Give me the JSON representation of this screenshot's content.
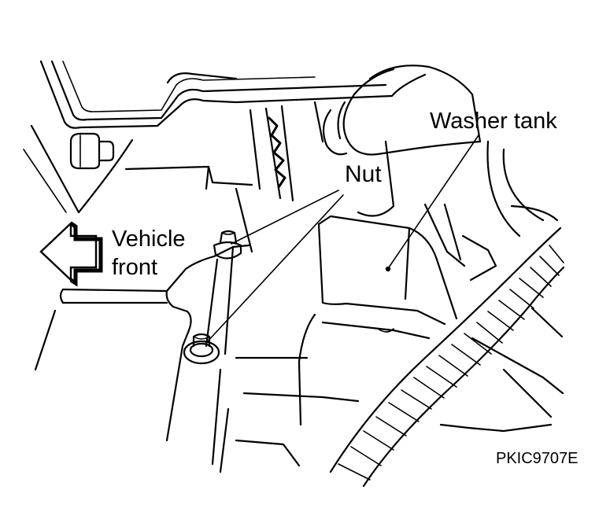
{
  "labels": {
    "washer_tank": "Washer tank",
    "nut": "Nut",
    "vehicle_front_line1": "Vehicle",
    "vehicle_front_line2": "front",
    "figure_code": "PKIC9707E"
  },
  "colors": {
    "line": "#000000",
    "background": "#ffffff"
  },
  "icons": {
    "direction_arrow": "arrow-left-icon"
  }
}
